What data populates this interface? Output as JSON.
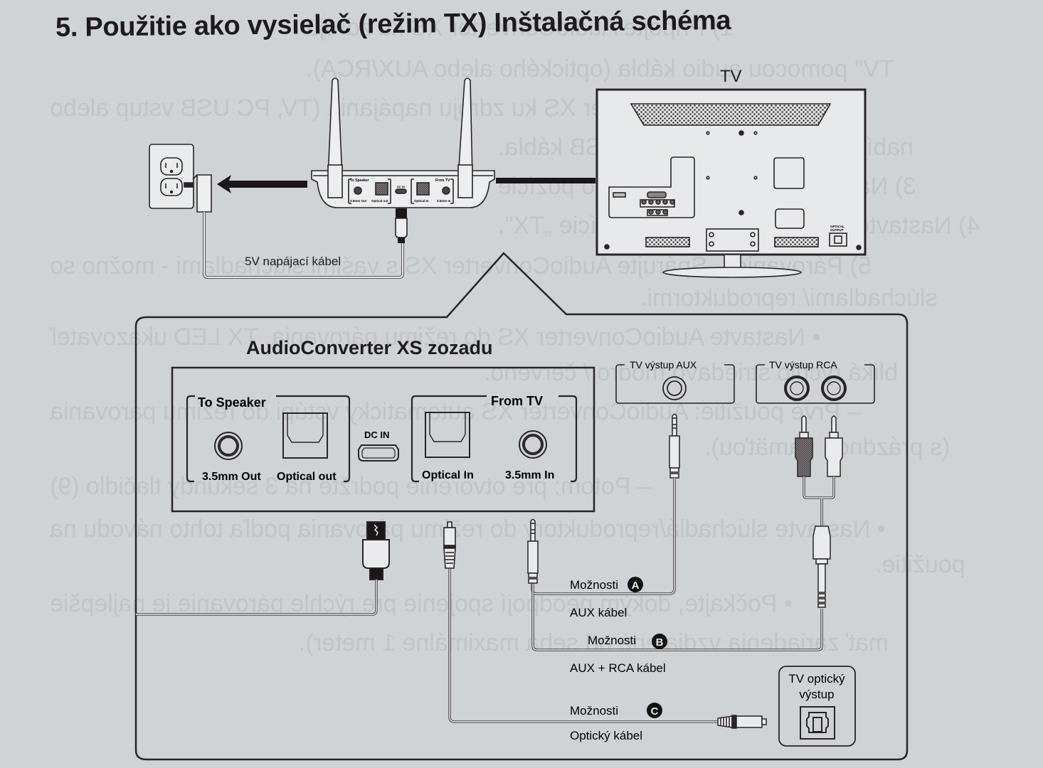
{
  "title": "5. Použitie ako vysielač (režim TX) Inštalačná schéma",
  "top_section": {
    "tv_label": "TV",
    "power_cable_label": "5V napájací kábel",
    "device_small_labels": {
      "to_speaker": "To Speaker",
      "from_tv": "From TV",
      "out_35": "3.5mm Out",
      "optical_out": "Optical out",
      "dc_in": "DC IN",
      "optical_in": "Optical In",
      "in_35": "3.5mm In"
    },
    "tv_optical_port_label_line1": "OPTICAL",
    "tv_optical_port_label_line2": "OUTPUT"
  },
  "detail_panel": {
    "heading": "AudioConverter XS zozadu",
    "to_speaker_group": "To Speaker",
    "from_tv_group": "From TV",
    "ports": {
      "out_35": "3.5mm Out",
      "optical_out": "Optical out",
      "dc_in": "DC IN",
      "optical_in": "Optical In",
      "in_35": "3.5mm In"
    },
    "tv_aux_box": "TV výstup AUX",
    "tv_rca_box": "TV výstup RCA",
    "tv_optical_box_line1": "TV optický",
    "tv_optical_box_line2": "výstup",
    "options": [
      {
        "label": "Možnosti",
        "badge": "A",
        "cable": "AUX kábel"
      },
      {
        "label": "Možnosti",
        "badge": "B",
        "cable": "AUX + RCA kábel"
      },
      {
        "label": "Možnosti",
        "badge": "C",
        "cable": "Optický kábel"
      }
    ]
  },
  "colors": {
    "paper": "#cfd3d6",
    "ink": "#2a2426",
    "badge_fill": "#111111"
  }
}
